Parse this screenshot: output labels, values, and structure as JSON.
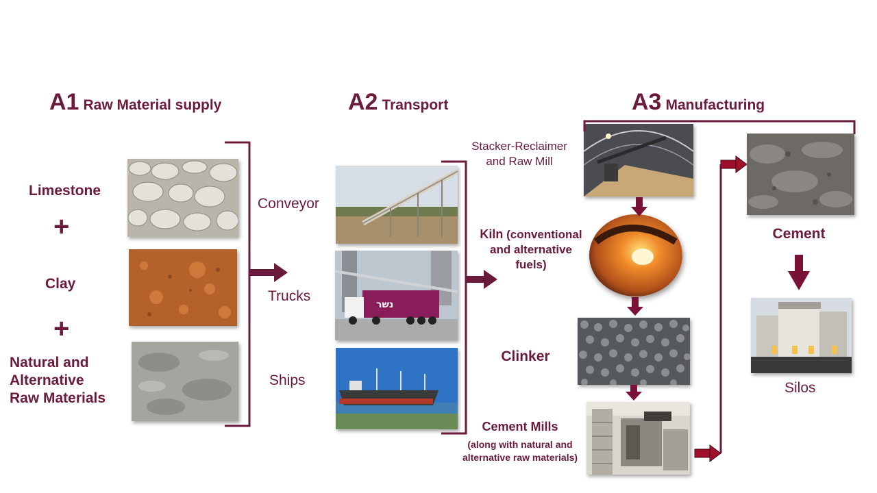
{
  "stages": {
    "a1": {
      "code": "A1",
      "name": "Raw Material supply"
    },
    "a2": {
      "code": "A2",
      "name": "Transport"
    },
    "a3": {
      "code": "A3",
      "name": "Manufacturing"
    }
  },
  "materials": {
    "limestone": "Limestone",
    "clay": "Clay",
    "natural_alt_l1": "Natural and",
    "natural_alt_l2": "Alternative",
    "natural_alt_l3": "Raw Materials",
    "plus": "+"
  },
  "transport": {
    "conveyor": "Conveyor",
    "trucks": "Trucks",
    "ships": "Ships",
    "truck_logo": "נשר"
  },
  "manufacturing": {
    "stacker_l1": "Stacker-Reclaimer",
    "stacker_l2": "and Raw Mill",
    "kiln_l1_bold": "Kiln",
    "kiln_l1_rest": " (conventional",
    "kiln_l2": "and alternative",
    "kiln_l3": "fuels)",
    "clinker": "Clinker",
    "mills_title": "Cement Mills",
    "mills_l1": "(along with natural and",
    "mills_l2": "alternative raw materials)",
    "cement": "Cement",
    "silos": "Silos"
  },
  "colors": {
    "accent": "#6b1a3c",
    "arrow_dark": "#7a1238",
    "arrow_red": "#a0102a"
  }
}
